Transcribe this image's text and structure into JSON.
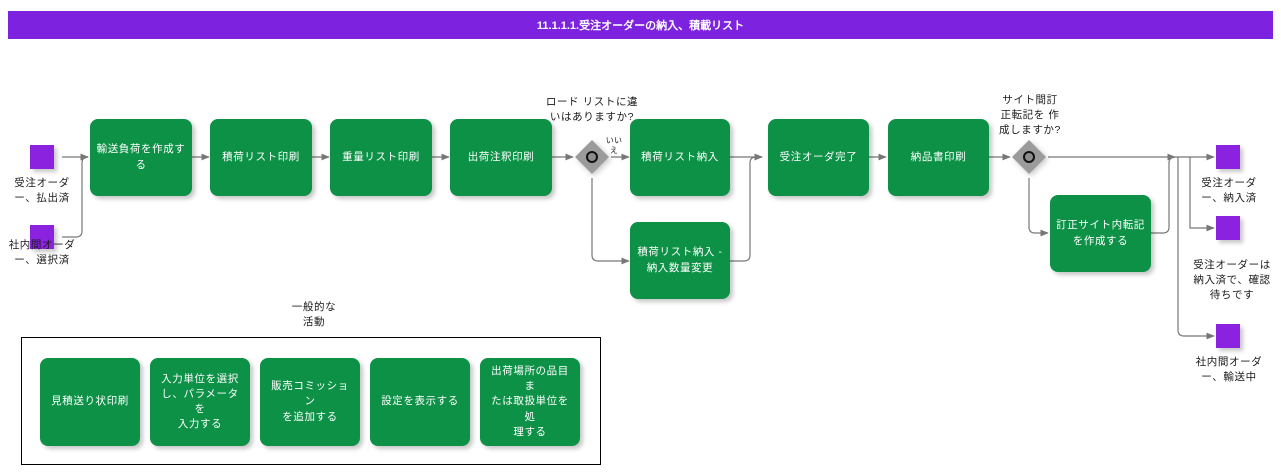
{
  "header": {
    "title": "11.1.1.1.受注オーダーの納入、積載リスト",
    "bar_color": "#7d22de",
    "text_color": "#ffffff"
  },
  "theme": {
    "process_fill": "#0c9146",
    "event_fill": "#8a22e0",
    "gateway_fill": "#9b9b9b",
    "edge_color": "#666666",
    "panel_border": "#000000",
    "canvas_bg": "#ffffff"
  },
  "diagram": {
    "type": "flowchart",
    "events": [
      {
        "id": "ev-start-1",
        "label": "受注オーダー、払出済",
        "role": "start"
      },
      {
        "id": "ev-start-2",
        "label": "社内間オーダー、選択済",
        "role": "start"
      },
      {
        "id": "ev-end-1",
        "label": "受注オーダー、納入済",
        "role": "end"
      },
      {
        "id": "ev-end-2",
        "label": "受注オーダーは納入済で、確認待ちです",
        "role": "end"
      },
      {
        "id": "ev-end-3",
        "label": "社内間オーダー、輸送中",
        "role": "end"
      }
    ],
    "processes": [
      {
        "id": "p1",
        "label": "輸送負荷を作成する"
      },
      {
        "id": "p2",
        "label": "積荷リスト印刷"
      },
      {
        "id": "p3",
        "label": "重量リスト印刷"
      },
      {
        "id": "p4",
        "label": "出荷注釈印刷"
      },
      {
        "id": "p5",
        "label": "積荷リスト納入"
      },
      {
        "id": "p6",
        "label": "積荷リスト納入 -\n納入数量変更"
      },
      {
        "id": "p7",
        "label": "受注オーダ完了"
      },
      {
        "id": "p8",
        "label": "納品書印刷"
      },
      {
        "id": "p9",
        "label": "訂正サイト内転記\nを作成する"
      }
    ],
    "gateways": [
      {
        "id": "g1",
        "label": "ロード リストに違\nいはありますか?",
        "branch_label": "いい\nえ"
      },
      {
        "id": "g2",
        "label": "サイト間訂\n正転記を 作\n成しますか?",
        "branch_label": ""
      }
    ],
    "panel": {
      "id": "panel-common",
      "title": "一般的な\n活動",
      "items": [
        {
          "id": "c1",
          "label": "見積送り状印刷"
        },
        {
          "id": "c2",
          "label": "入力単位を選択\nし、パラメータを\n入力する"
        },
        {
          "id": "c3",
          "label": "販売コミッション\nを追加する"
        },
        {
          "id": "c4",
          "label": "設定を表示する"
        },
        {
          "id": "c5",
          "label": "出荷場所の品目ま\nたは取扱単位を処\n理する"
        }
      ]
    }
  }
}
